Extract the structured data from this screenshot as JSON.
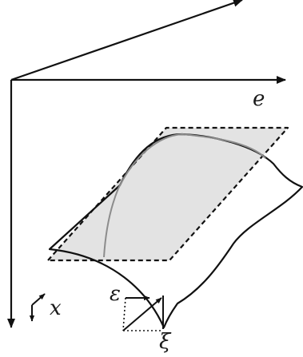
{
  "labels": {
    "e_axis": "e",
    "x_axis": "x",
    "epsilon": "ε",
    "xi": "ξ"
  },
  "colors": {
    "stroke": "#111111",
    "shaded_plane": "#e3e3e3",
    "trace_curve": "#8c8c8c"
  }
}
